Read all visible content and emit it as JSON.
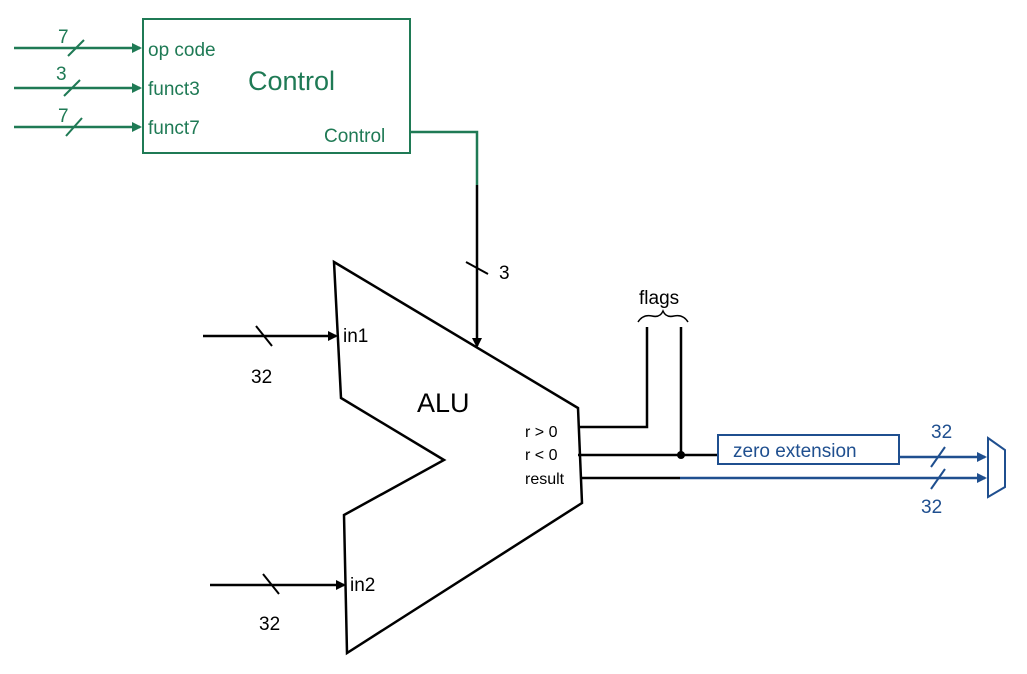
{
  "colors": {
    "control": "#1f7a55",
    "blue": "#1f4f8f",
    "black": "#000000"
  },
  "control_unit": {
    "title": "Control",
    "inputs": [
      {
        "label": "op code",
        "width": "7"
      },
      {
        "label": "funct3",
        "width": "3"
      },
      {
        "label": "funct7",
        "width": "7"
      }
    ],
    "output_label": "Control",
    "output_width": "3"
  },
  "alu": {
    "title": "ALU",
    "in1_label": "in1",
    "in1_width": "32",
    "in2_label": "in2",
    "in2_width": "32",
    "outputs": [
      "r > 0",
      "r < 0",
      "result"
    ]
  },
  "flags_label": "flags",
  "zero_extension": {
    "label": "zero extension",
    "out_width": "32"
  },
  "result_width": "32"
}
